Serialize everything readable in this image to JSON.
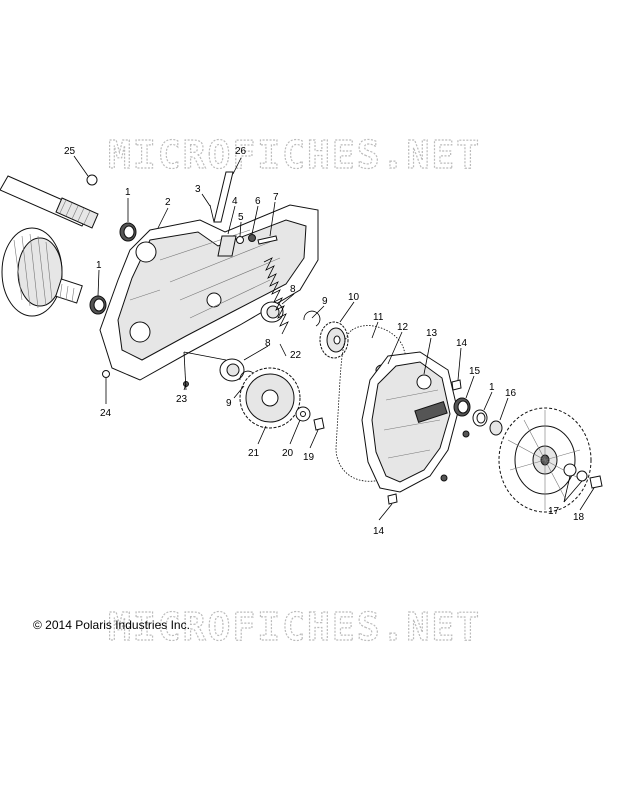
{
  "watermark": "MICROFICHES.NET",
  "copyright": "© 2014 Polaris Industries Inc.",
  "callouts": [
    "25",
    "26",
    "1",
    "2",
    "3",
    "4",
    "5",
    "6",
    "7",
    "1",
    "8",
    "9",
    "10",
    "11",
    "12",
    "13",
    "14",
    "15",
    "1",
    "16",
    "8",
    "22",
    "9",
    "24",
    "23",
    "21",
    "20",
    "19",
    "17",
    "18",
    "14"
  ],
  "colors": {
    "line": "#111111",
    "watermark": "#bbbbbb",
    "background": "#ffffff"
  }
}
